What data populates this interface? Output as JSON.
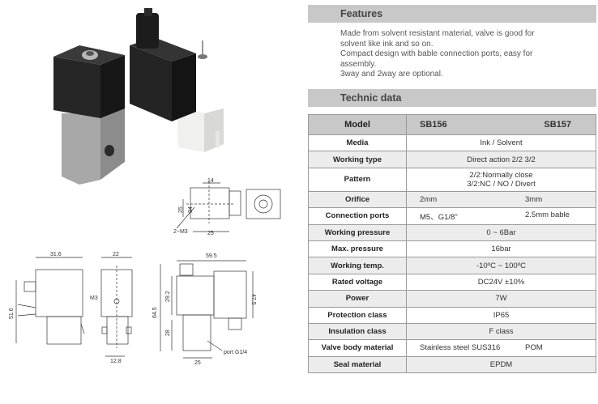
{
  "features": {
    "title": "Features",
    "lines": [
      "Made from solvent resistant material, valve is good for",
      "solvent like ink and so on.",
      "Compact design with bable connection ports, easy for",
      "assembly.",
      "3way and 2way are optional."
    ]
  },
  "technic": {
    "title": "Technic data",
    "header": {
      "label": "Model",
      "col1": "SB156",
      "col2": "SB157"
    },
    "rows": [
      {
        "label": "Media",
        "value": "Ink / Solvent"
      },
      {
        "label": "Working type",
        "value": "Direct action 2/2   3/2"
      },
      {
        "label": "Pattern",
        "value_lines": [
          "2/2:Normally close",
          "3/2:NC / NO / Divert"
        ]
      },
      {
        "label": "Orifice",
        "v1": "2mm",
        "v2": "3mm"
      },
      {
        "label": "Connection ports",
        "v1": "M5、G1/8\"",
        "v2": "2.5mm bable"
      },
      {
        "label": "Working pressure",
        "value": "0 ~ 6Bar"
      },
      {
        "label": "Max. pressure",
        "value": "16bar"
      },
      {
        "label": "Working temp.",
        "value": "-10ºC ~ 100ºC"
      },
      {
        "label": "Rated voltage",
        "value": "DC24V  ±10%"
      },
      {
        "label": "Power",
        "value": "7W"
      },
      {
        "label": "Protection class",
        "value": "IP65"
      },
      {
        "label": "Insulation class",
        "value": "F class"
      },
      {
        "label": "Valve body material",
        "v1": "Stainless steel SUS316",
        "v2": "POM"
      },
      {
        "label": "Seal material",
        "value": "EPDM"
      }
    ]
  },
  "drawing": {
    "top_view": {
      "d14": "14",
      "d25h": "25",
      "d25v": "25",
      "d34": "34",
      "holes": "2−M3"
    },
    "front_view": {
      "d316": "31.6",
      "d516": "51.6"
    },
    "side_view": {
      "d22": "22",
      "m3": "M3",
      "d128": "12.8"
    },
    "right_view": {
      "d595": "59.5",
      "d292": "29.2",
      "d645": "64.5",
      "d475": "47.5",
      "d28": "28",
      "d25": "25",
      "port": "port G1/4"
    }
  },
  "colors": {
    "header_bg": "#c8c8c8",
    "alt_row": "#ececec",
    "border": "#9a9a9a"
  }
}
